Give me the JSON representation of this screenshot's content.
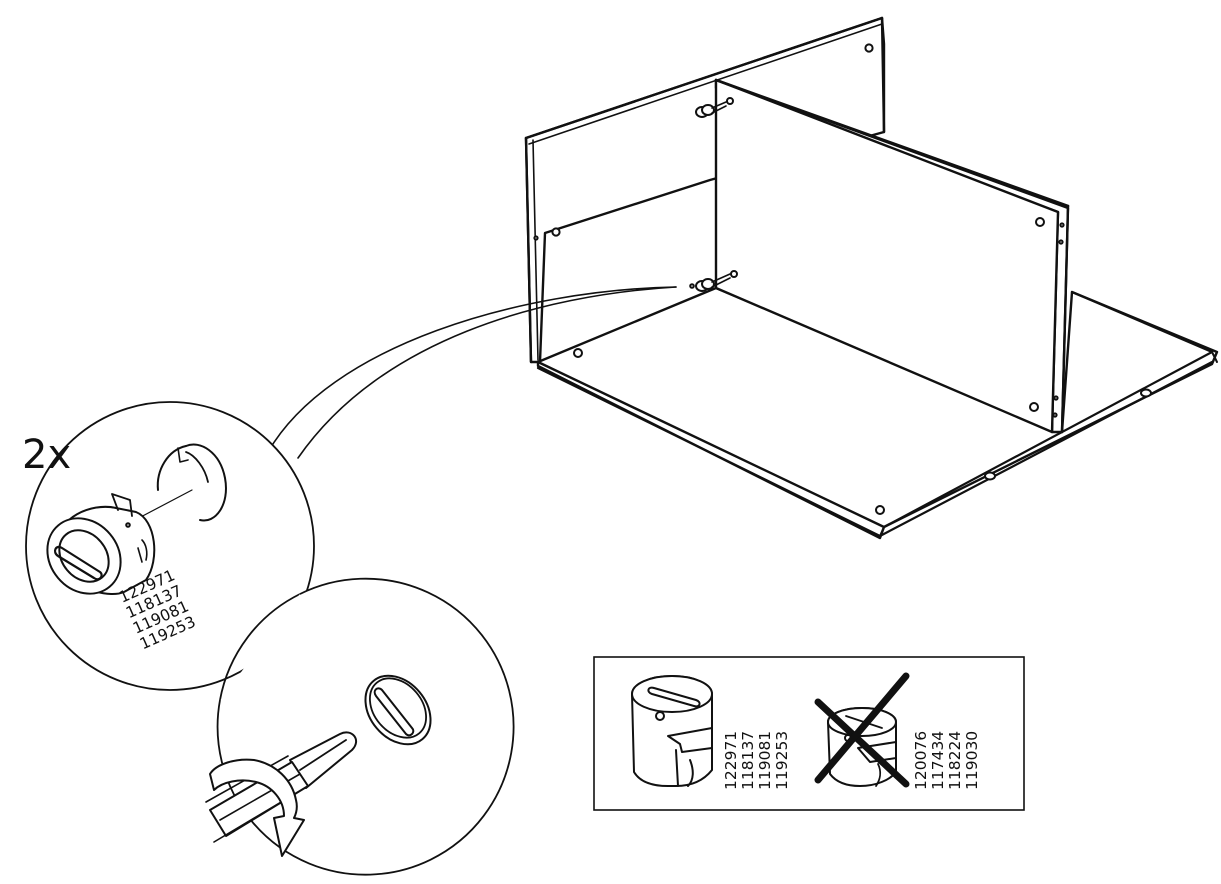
{
  "step": {
    "quantity": "2x"
  },
  "detail_part": {
    "numbers": [
      "122971",
      "118137",
      "119081",
      "119253"
    ]
  },
  "compatibility_box": {
    "correct_numbers": [
      "122971",
      "118137",
      "119081",
      "119253"
    ],
    "incorrect_numbers": [
      "120076",
      "117434",
      "118224",
      "119030"
    ]
  },
  "colors": {
    "line": "#111111",
    "background": "#ffffff"
  },
  "icons": [
    "cam-lock-fitting",
    "screwdriver",
    "rotation-arrow",
    "cross-out-mark"
  ]
}
